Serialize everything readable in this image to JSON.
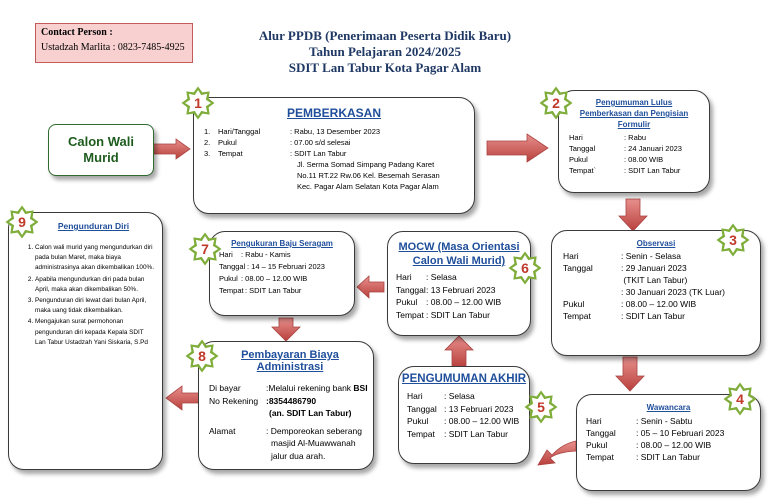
{
  "contact": {
    "label": "Contact Person :",
    "value": "Ustadzah Marlita : 0823-7485-4925"
  },
  "title": {
    "line1": "Alur PPDB (Penerimaan Peserta Didik Baru)",
    "line2": "Tahun Pelajaran 2024/2025",
    "line3": "SDIT Lan Tabur Kota Pagar Alam"
  },
  "calon": {
    "line1": "Calon Wali",
    "line2": "Murid"
  },
  "steps": {
    "s1": {
      "num": "1",
      "title": "PEMBERKASAN",
      "rows": [
        {
          "n": "1.",
          "k": "Hari/Tanggal",
          "v": ": Rabu, 13 Desember 2023"
        },
        {
          "n": "2.",
          "k": "Pukul",
          "v": ": 07.00 s/d selesai"
        },
        {
          "n": "3.",
          "k": "Tempat",
          "v": ": SDIT Lan Tabur"
        }
      ],
      "addr1": "Jl. Serma Somad Simpang Padang Karet",
      "addr2": "No.11 RT.22 Rw.06 Kel. Besemah Serasan",
      "addr3": "Kec. Pagar Alam Selatan Kota Pagar Alam"
    },
    "s2": {
      "num": "2",
      "title1": "Pengumuman Lulus",
      "title2": "Pemberkasan dan Pengisian",
      "title3": "Formulir",
      "rows": [
        {
          "k": "Hari",
          "v": ": Rabu"
        },
        {
          "k": "Tanggal",
          "v": ": 24 Januari 2023"
        },
        {
          "k": "Pukul",
          "v": ": 08.00 WIB"
        },
        {
          "k": "Tempat`",
          "v": ": SDIT Lan  Tabur"
        }
      ]
    },
    "s3": {
      "num": "3",
      "title": "Observasi",
      "rows": [
        {
          "k": "Hari",
          "v": ": Senin - Selasa"
        },
        {
          "k": "Tanggal",
          "v": ": 29 Januari 2023"
        },
        {
          "k": "",
          "v": "  (TKIT Lan Tabur)"
        },
        {
          "k": "",
          "v": ": 30 Januari 2023 (TK Luar)"
        },
        {
          "k": "Pukul",
          "v": ": 08.00 – 12.00 WIB"
        },
        {
          "k": "Tempat",
          "v": ": SDIT Lan Tabur"
        }
      ]
    },
    "s4": {
      "num": "4",
      "title": "Wawancara",
      "rows": [
        {
          "k": "Hari",
          "v": ": Senin - Sabtu"
        },
        {
          "k": "Tanggal",
          "v": ": 05 – 10 Februari 2023"
        },
        {
          "k": "Pukul",
          "v": ": 08.00 – 12.00 WIB"
        },
        {
          "k": "Tempat",
          "v": ": SDIT Lan Tabur"
        }
      ]
    },
    "s5": {
      "num": "5",
      "title": "PENGUMUMAN AKHIR",
      "rows": [
        {
          "k": "Hari",
          "v": ":   Selasa"
        },
        {
          "k": "Tanggal",
          "v": ": 13 Februari 2023"
        },
        {
          "k": "Pukul",
          "v": ":  08.00 – 12.00 WIB"
        },
        {
          "k": "Tempat",
          "v": ":  SDIT Lan Tabur"
        }
      ]
    },
    "s6": {
      "num": "6",
      "title1": "MOCW (Masa Orientasi",
      "title2": "Calon Wali Murid)",
      "rows": [
        {
          "k": "Hari",
          "v": ":   Selasa"
        },
        {
          "k": "Tanggal",
          "v": ": 13 Februari 2023"
        },
        {
          "k": "Pukul",
          "v": ":  08.00 – 12.00 WIB"
        },
        {
          "k": "Tempat",
          "v": ":  SDIT Lan Tabur"
        }
      ]
    },
    "s7": {
      "num": "7",
      "title": "Pengukuran Baju Seragam",
      "rows": [
        {
          "k": "Hari",
          "v": ":   Rabu - Kamis"
        },
        {
          "k": "Tanggal",
          "v": ":  14 – 15 Februari 2023"
        },
        {
          "k": "Pukul",
          "v": ":  08.00 – 12.00 WIB"
        },
        {
          "k": "Tempat",
          "v": ": SDIT Lan Tabur"
        }
      ]
    },
    "s8": {
      "num": "8",
      "title": "Pembayaran Biaya Administrasi",
      "r1k": "Di bayar",
      "r1v": ":Melalui rekening bank ",
      "r1b": "BSI",
      "r2k": "No Rekening",
      "r2v": ":8354486790",
      "r2sub": "(an. SDIT Lan Tabur)",
      "r3k": "Alamat",
      "r3v1": ": Demporeokan seberang",
      "r3v2": "masjid Al-Muawwanah",
      "r3v3": "jalur dua arah."
    },
    "s9": {
      "num": "9",
      "title": "Pengunduran Diri",
      "items": [
        "Calon wali murid yang mengundurkan diri pada bulan Maret, maka biaya administrasinya akan dikembalikan 100%.",
        "Apabila mengundurkan diri pada bulan April, maka akan dikembalikan 50%.",
        "Pengunduran diri lewat dari bulan April, maka uang tidak dikembalikan.",
        "Mengajukan surat permohonan pengunduran diri  kepada Kepala SDIT Lan Tabur Ustadzah Yani Siskaria, S.Pd"
      ]
    }
  },
  "colors": {
    "arrow": "#c0504d",
    "star": "#7fad3a",
    "num": "#c0392b",
    "header": "#1f4e9b"
  }
}
